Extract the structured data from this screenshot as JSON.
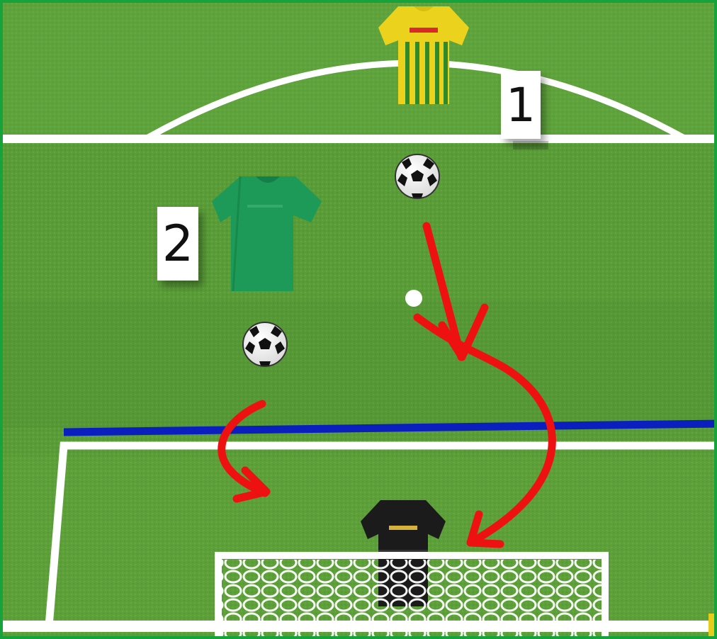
{
  "diagram": {
    "colors": {
      "pitch_light": "#62a43e",
      "pitch_dark": "#4f9331",
      "lines": "#ffffff",
      "offside_line": "#0a1fbd",
      "arrows": "#ee1111",
      "border": "#17a33b"
    },
    "players": [
      {
        "id": "1",
        "label": "1",
        "team": "attacker",
        "kit": "yellow-green-striped-shirt"
      },
      {
        "id": "2",
        "label": "2",
        "team": "attacker",
        "kit": "green-shirt"
      },
      {
        "id": "gk",
        "label": "",
        "team": "goalkeeper",
        "kit": "black-shirt"
      }
    ],
    "balls": [
      "ball-1",
      "ball-2"
    ],
    "icons": [
      "shirt-icon",
      "soccer-ball-icon",
      "goal-net-icon",
      "curved-arrow-icon"
    ]
  }
}
